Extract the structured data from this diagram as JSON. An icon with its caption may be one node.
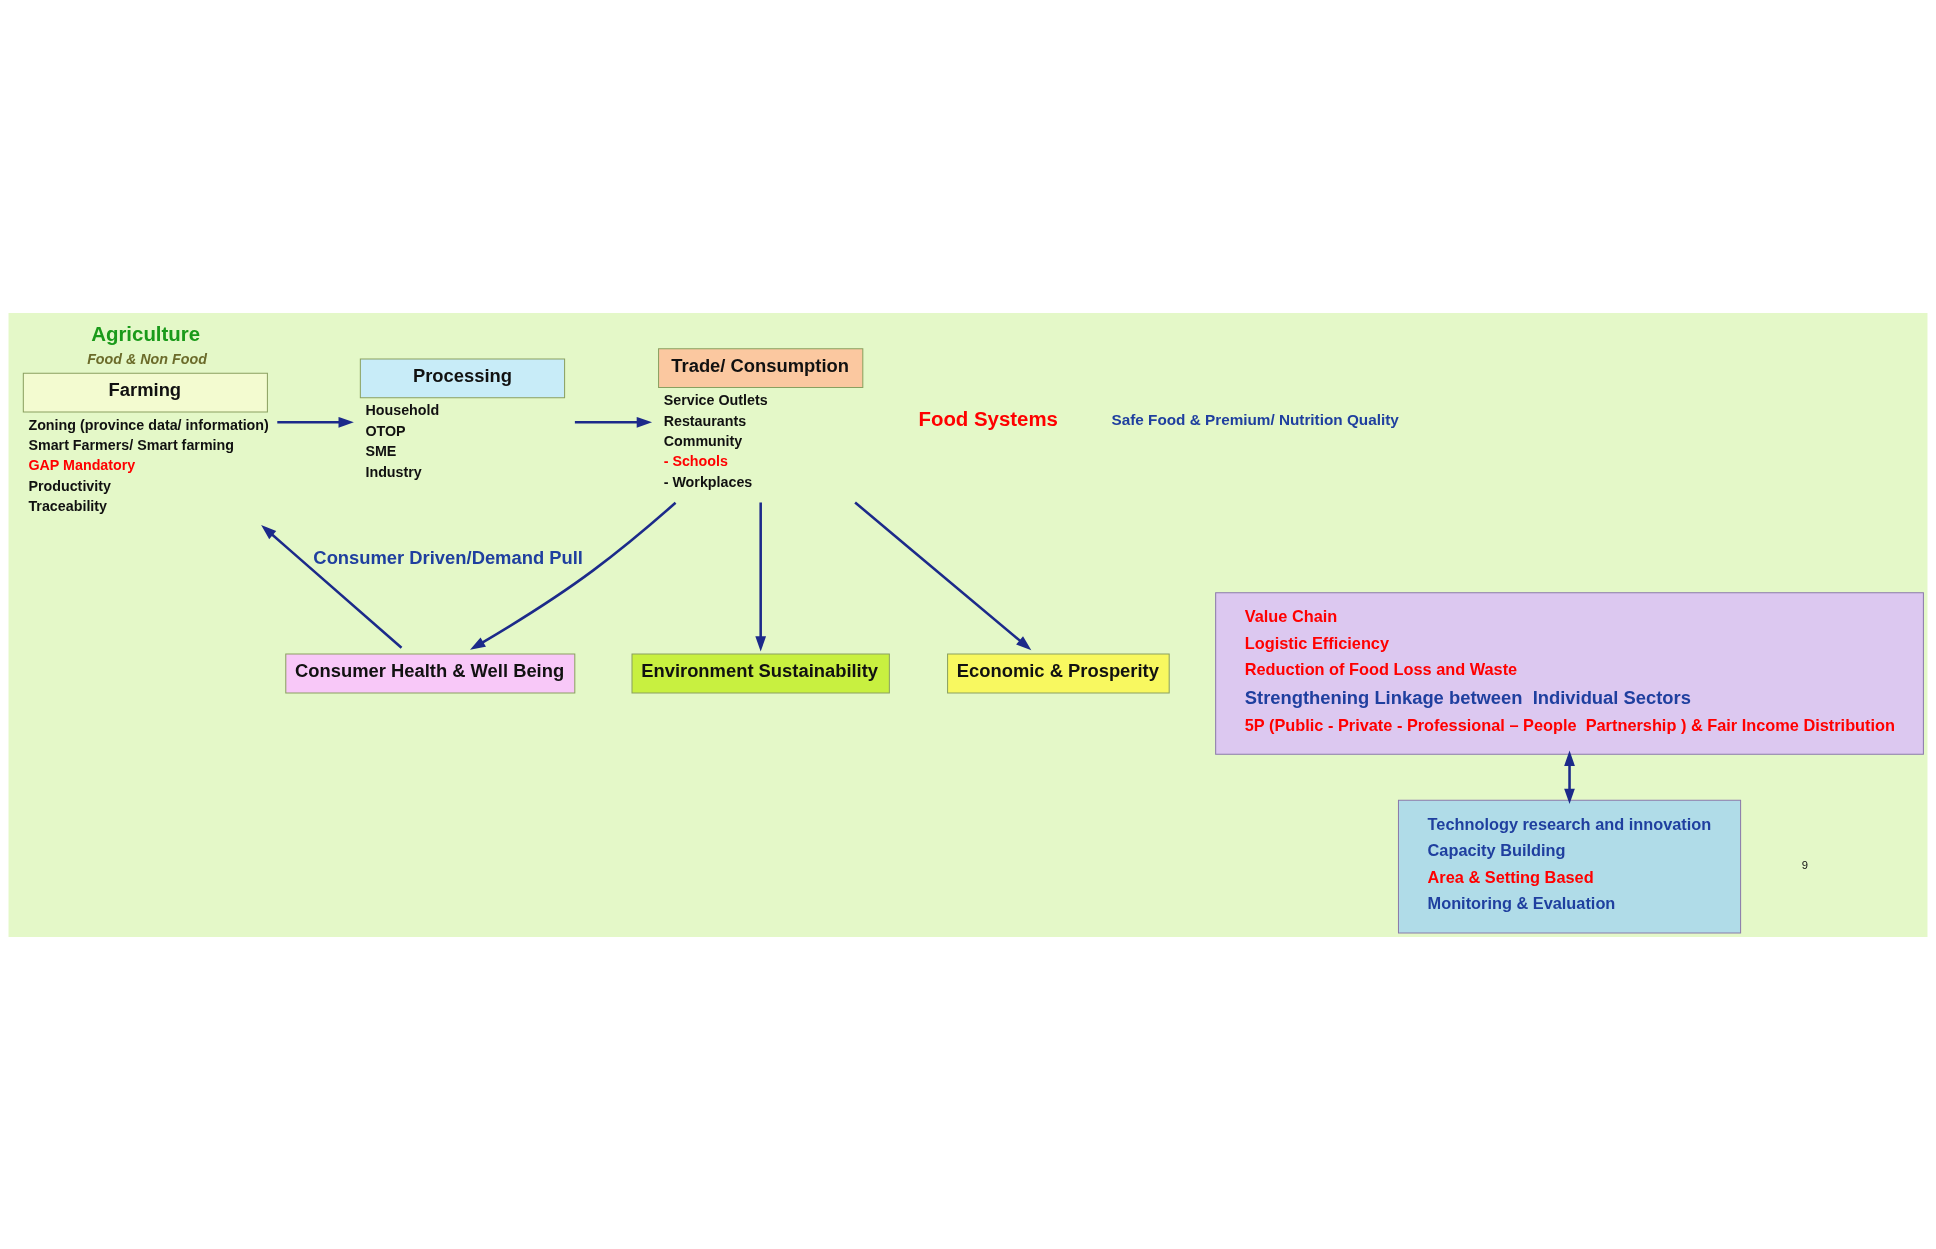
{
  "diagram": {
    "nodes": [
      {
        "text": [
          "Agriculture",
          "Food & Non Food",
          "Farming"
        ],
        "beside": [
          "Zoning (province data/ information)",
          "Smart Farmers/ Smart farming",
          "GAP Mandatory",
          "Productivity",
          "Traceability"
        ]
      },
      {
        "text": [
          "Processing"
        ],
        "beside": [
          "Household",
          "OTOP",
          "SME",
          "Industry"
        ]
      },
      {
        "text": [
          "Trade/ Consumption"
        ],
        "beside": [
          "Service Outlets",
          "Restaurants",
          "Community",
          "- Schools",
          "- Workplaces"
        ]
      },
      {
        "text": [
          "Consumer Health & Well Being"
        ]
      },
      {
        "text": [
          "Environment Sustainability"
        ]
      },
      {
        "text": [
          "Economic & Prosperity"
        ]
      },
      {
        "text": [
          "Value Chain",
          "Logistic Efficiency",
          "Reduction of Food Loss and Waste",
          "Strengthening Linkage between  Individual Sectors",
          "5P (Public - Private - Professional – People  Partnership ) & Fair Income Distribution"
        ]
      },
      {
        "text": [
          "Technology research and innovation",
          "Capacity Building",
          "Area & Setting Based",
          "Monitoring & Evaluation"
        ]
      }
    ],
    "edges": [
      {
        "from": 0,
        "to": 1,
        "arrow": "to"
      },
      {
        "from": 1,
        "to": 2,
        "arrow": "to"
      },
      {
        "from": 2,
        "to": 3,
        "arrow": "to"
      },
      {
        "from": 2,
        "to": 4,
        "arrow": "to"
      },
      {
        "from": 2,
        "to": 5,
        "arrow": "to"
      },
      {
        "from": 3,
        "to": 0,
        "arrow": "to",
        "label": "Consumer Driven/Demand Pull"
      },
      {
        "from": 6,
        "to": 7,
        "arrow": "both"
      }
    ],
    "labels": [
      "Food Systems",
      "Safe Food & Premium/ Nutrition Quality",
      "9"
    ]
  }
}
